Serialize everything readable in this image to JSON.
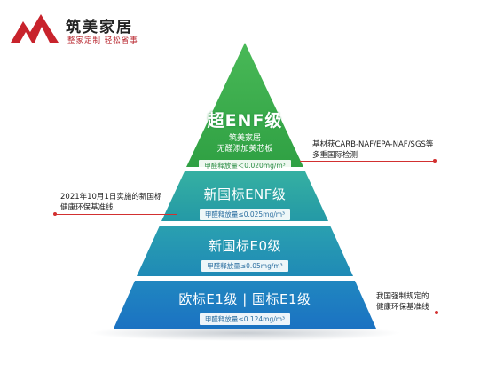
{
  "brand": {
    "name": "筑美家居",
    "slogan": "整家定制  轻松省事",
    "logo_icon": "house-mountain-logo-icon",
    "accent_color": "#c8232c"
  },
  "pyramid": {
    "top": {
      "title": "超ENF级",
      "line1": "筑美家居",
      "line2": "无醛添加美芯板",
      "limit": "甲醛释放量＜0.020mg/m³",
      "color": "#3fae4f"
    },
    "tier2": {
      "title": "新国标ENF级",
      "limit": "甲醛释放量≤0.025mg/m³",
      "color": "#2aa3a6"
    },
    "tier3": {
      "title": "新国标E0级",
      "limit": "甲醛释放量≤0.05mg/m³",
      "color": "#2592b4"
    },
    "tier4": {
      "title": "欧标E1级 | 国标E1级",
      "limit": "甲醛释放量≤0.124mg/m³",
      "color": "#1e7ec4"
    }
  },
  "notes": {
    "right_top_1": "基材获CARB-NAF/EPA-NAF/SGS等",
    "right_top_2": "多重国际检测",
    "left_mid_1": "2021年10月1日实施的新国标",
    "left_mid_2": "健康环保基准线",
    "right_bottom_1": "我国强制规定的",
    "right_bottom_2": "健康环保基准线"
  }
}
